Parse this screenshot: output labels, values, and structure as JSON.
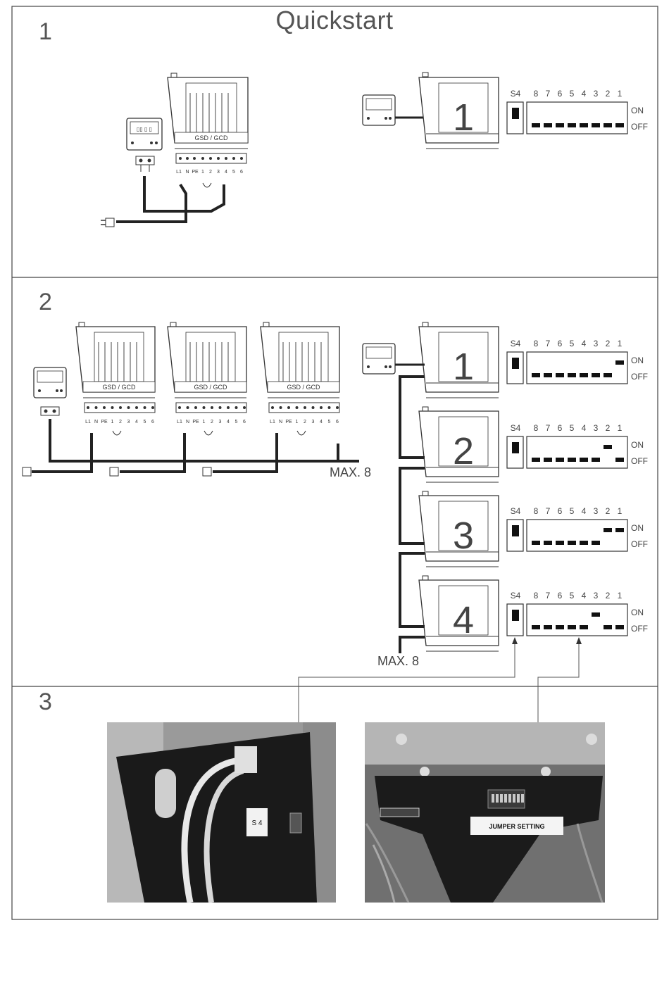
{
  "page": {
    "title": "Quickstart",
    "sections": [
      "1",
      "2",
      "3"
    ]
  },
  "unit": {
    "model_label": "GSD / GCD",
    "terminals": [
      "L1",
      "N",
      "PE",
      "1",
      "2",
      "3",
      "4",
      "5",
      "6"
    ]
  },
  "dip": {
    "s4_label": "S4",
    "switch_numbers": [
      "8",
      "7",
      "6",
      "5",
      "4",
      "3",
      "2",
      "1"
    ],
    "on_label": "ON",
    "off_label": "OFF"
  },
  "addresses": [
    {
      "unit": "1",
      "on_switches": []
    },
    {
      "unit": "1",
      "on_switches": [
        "1"
      ]
    },
    {
      "unit": "2",
      "on_switches": [
        "2"
      ]
    },
    {
      "unit": "3",
      "on_switches": [
        "1",
        "2"
      ]
    },
    {
      "unit": "4",
      "on_switches": [
        "3"
      ]
    }
  ],
  "chain": {
    "max_label_wiring": "MAX. 8",
    "max_label_bus": "MAX. 8"
  },
  "photos": {
    "left_sticker": "S 4",
    "right_sticker": "JUMPER SETTING"
  },
  "colors": {
    "frame": "#444444",
    "wire": "#222222",
    "line": "#555555",
    "photo_dark": "#1a1a1a",
    "photo_mid": "#777777"
  }
}
